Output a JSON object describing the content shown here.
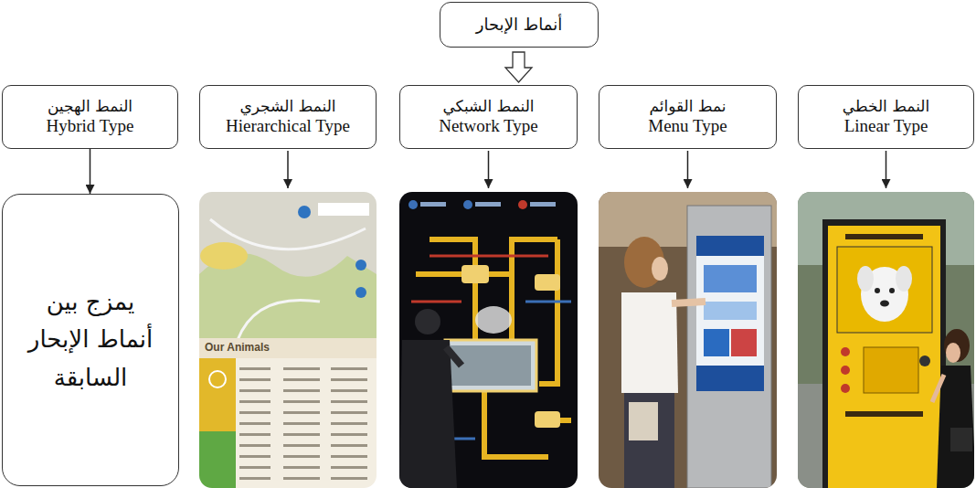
{
  "diagram": {
    "nodes": [
      {
        "text": [
          "أنماط الإبحار"
        ]
      },
      {
        "text": [
          "النمط الخطي",
          "Linear Type"
        ]
      },
      {
        "text": [
          "نمط القوائم",
          "Menu Type"
        ]
      },
      {
        "text": [
          "النمط الشبكي",
          "Network Type"
        ]
      },
      {
        "text": [
          "النمط الشجري",
          "Hierarchical Type"
        ]
      },
      {
        "text": [
          "النمط الهجين",
          "Hybrid Type"
        ]
      },
      {
        "text": [
          "يمزج بين أنماط الإبحار السابقة"
        ]
      }
    ],
    "edges": [
      {
        "from": 5,
        "to": 6,
        "arrow": "to"
      }
    ],
    "labels": [
      "Our Animals"
    ]
  }
}
